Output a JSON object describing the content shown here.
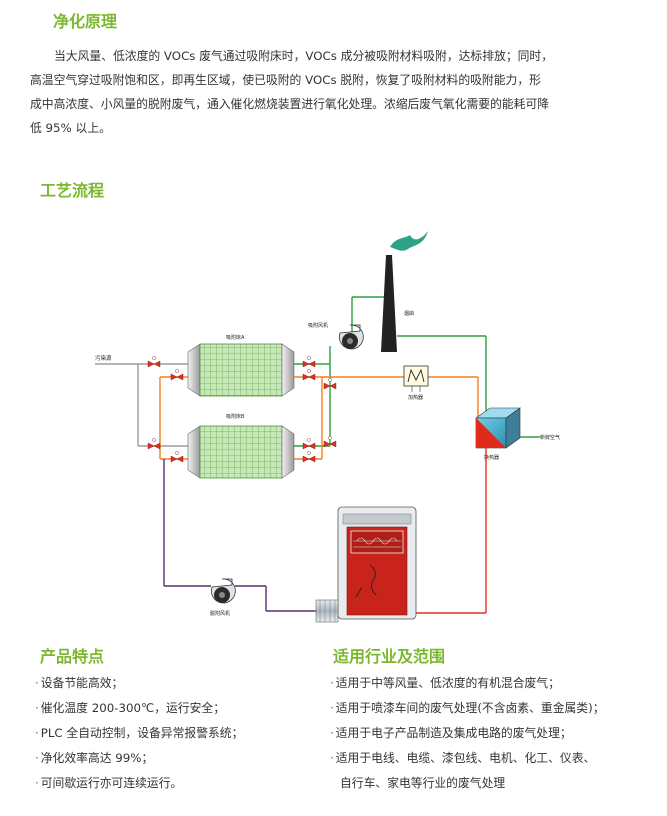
{
  "section1": {
    "title": "净化原理",
    "paragraph": [
      "当大风量、低浓度的 VOCs 废气通过吸附床时，VOCs 成分被吸附材料吸附，达标排放；同时，",
      "高温空气穿过吸附饱和区，即再生区域，使已吸附的 VOCs 脱附，恢复了吸附材料的吸附能力，形",
      "成中高浓度、小风量的脱附废气，通入催化燃烧装置进行氧化处理。浓缩后废气氧化需要的能耗可降",
      "低 95% 以上。"
    ]
  },
  "section2": {
    "title": "工艺流程"
  },
  "diagram": {
    "labels": {
      "pollutant": "污染源",
      "bed_a": "吸附床A",
      "bed_b": "吸附床B",
      "adsorb_fan": "吸附风机",
      "chimney": "烟囱",
      "heater": "加热器",
      "exchanger": "换热器",
      "fresh_air": "新鲜空气",
      "desorb_fan": "脱附风机"
    },
    "colors": {
      "green_line": "#2e9e3e",
      "orange_line": "#f08020",
      "purple_line": "#5a2d6e",
      "red_line": "#e03020",
      "furnace_red": "#c8241c",
      "accent": "#7cb82f"
    }
  },
  "features": {
    "title": "产品特点",
    "items": [
      "设备节能高效；",
      "催化温度 200-300℃，运行安全；",
      "PLC 全自动控制，设备异常报警系统；",
      "净化效率高达 99%；",
      "可间歇运行亦可连续运行。"
    ]
  },
  "applications": {
    "title": "适用行业及范围",
    "items": [
      "适用于中等风量、低浓度的有机混合废气；",
      "适用于喷漆车间的废气处理(不含卤素、重金属类)；",
      "适用于电子产品制造及集成电路的废气处理；",
      "适用于电线、电缆、漆包线、电机、化工、仪表、",
      "自行车、家电等行业的废气处理"
    ]
  }
}
